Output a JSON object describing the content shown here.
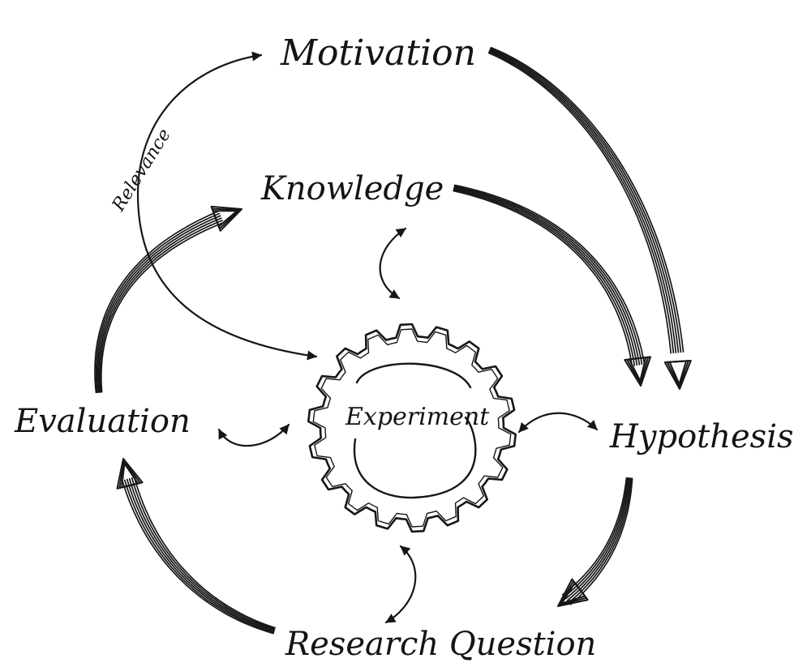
{
  "nodes": {
    "motivation": "Motivation",
    "knowledge": "Knowledge",
    "hypothesis": "Hypothesis",
    "research_question": "Research Question",
    "evaluation": "Evaluation",
    "experiment": "Experiment"
  },
  "edge_labels": {
    "relevance": "Relevance"
  },
  "colors": {
    "ink": "#161616",
    "paper": "#ffffff"
  }
}
